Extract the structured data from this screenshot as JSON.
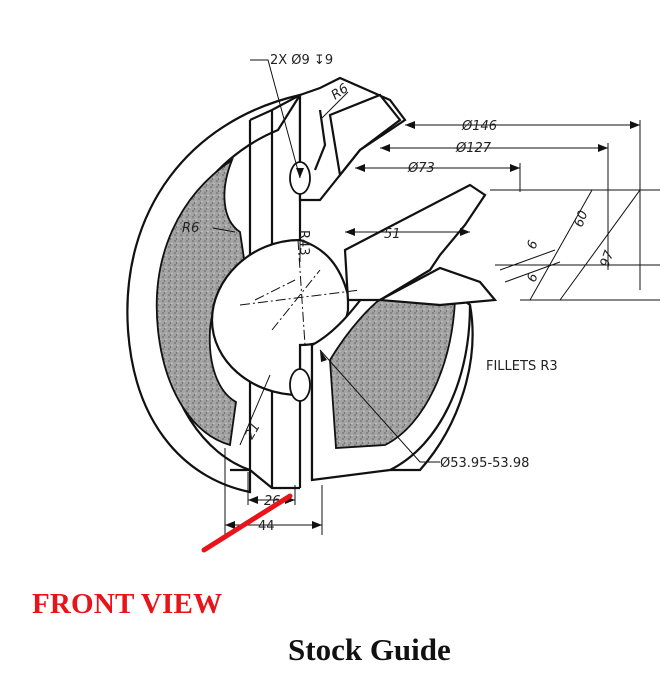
{
  "labels": {
    "holes": "2X Ø9 ↧9",
    "fillet_r6_top": "R6",
    "dia146": "Ø146",
    "dia127": "Ø127",
    "dia73": "Ø73",
    "r6_left": "R6",
    "r43": "R43",
    "len51": "51",
    "dim60": "60",
    "dim6a": "6",
    "dim6b": "6",
    "dim97": "97",
    "fillets": "FILLETS R3",
    "bore": "Ø53.95-53.98",
    "slot_depth": "21",
    "slot26": "26",
    "width44": "44"
  },
  "captions": {
    "view": "FRONT VIEW",
    "title": "Stock Guide"
  },
  "colors": {
    "annotation_red": "#e8141a",
    "ink": "#111111",
    "section_fill": "#9a9a9a"
  }
}
